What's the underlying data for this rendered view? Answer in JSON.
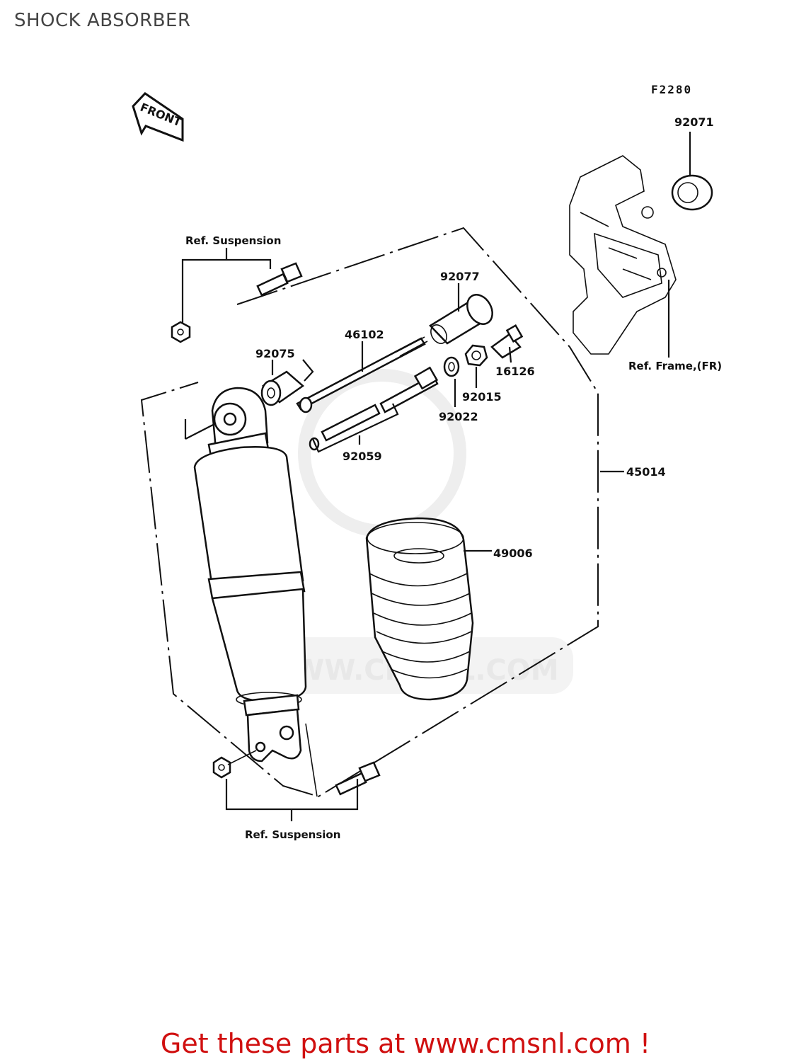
{
  "header": {
    "title": "SHOCK ABSORBER"
  },
  "diagram": {
    "code": "F2280",
    "front_label": "FRONT",
    "labels": {
      "p92071": "92071",
      "p92077": "92077",
      "p46102": "46102",
      "p92075": "92075",
      "p16126": "16126",
      "p92015": "92015",
      "p92022": "92022",
      "p92059": "92059",
      "p45014": "45014",
      "p49006": "49006"
    },
    "refs": {
      "suspension_top": "Ref. Suspension",
      "frame": "Ref. Frame,(FR)",
      "suspension_bottom": "Ref. Suspension"
    },
    "watermark": "WWW.CMSNL.COM"
  },
  "footer": {
    "cta": "Get these parts at www.cmsnl.com !",
    "cta_color": "#d01010"
  }
}
